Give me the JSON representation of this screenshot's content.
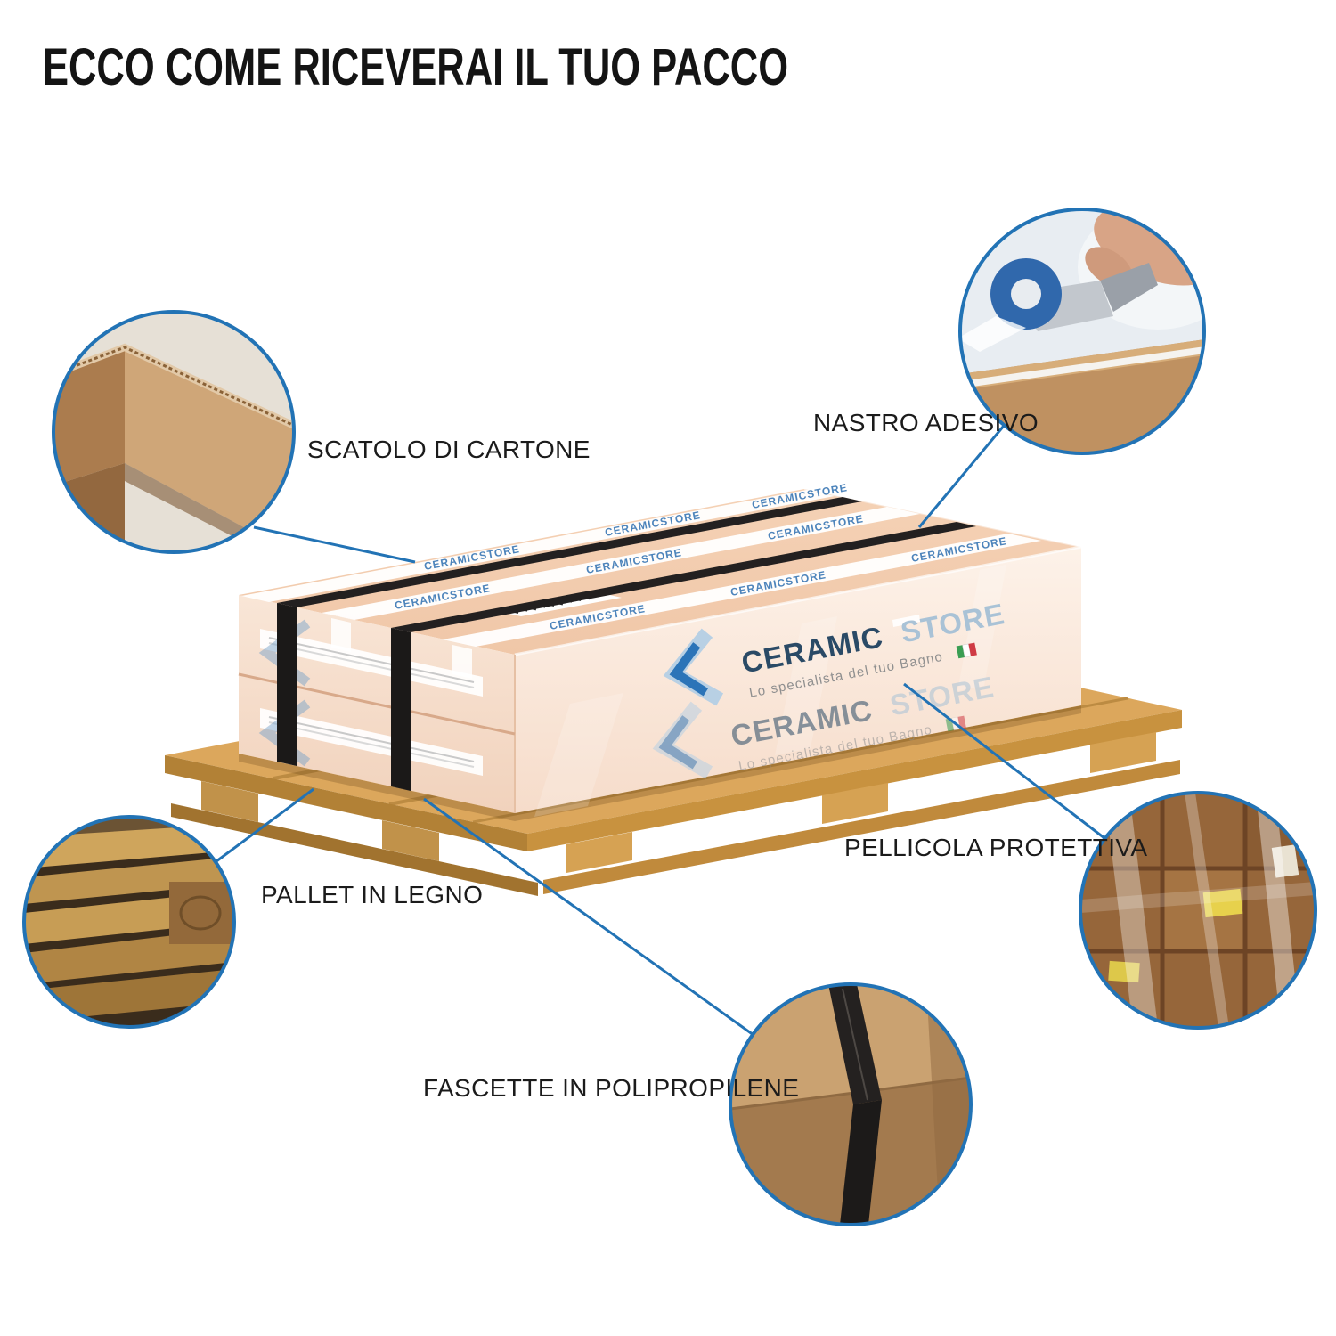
{
  "title": "ECCO COME RICEVERAI IL TUO PACCO",
  "callouts": {
    "cardboard": {
      "label": "SCATOLO DI CARTONE"
    },
    "tape": {
      "label": "NASTRO ADESIVO"
    },
    "film": {
      "label": "PELLICOLA PROTETTIVA"
    },
    "pallet": {
      "label": "PALLET IN LEGNO"
    },
    "straps": {
      "label": "FASCETTE IN POLIPROPILENE"
    }
  },
  "package": {
    "brand": "CERAMIC",
    "brand_suffix": "STORE",
    "tagline": "Lo specialista del tuo Bagno",
    "tape_text": "CERAMICSTORE"
  },
  "colors": {
    "accent_blue": "#2273b5",
    "brand_dark_blue": "#2a4a66",
    "brand_light_blue": "#a9c2d6",
    "strap_black": "#1d1b1a",
    "carton_peach": "#f3cdb0",
    "pallet_wood": "#dca75c"
  }
}
